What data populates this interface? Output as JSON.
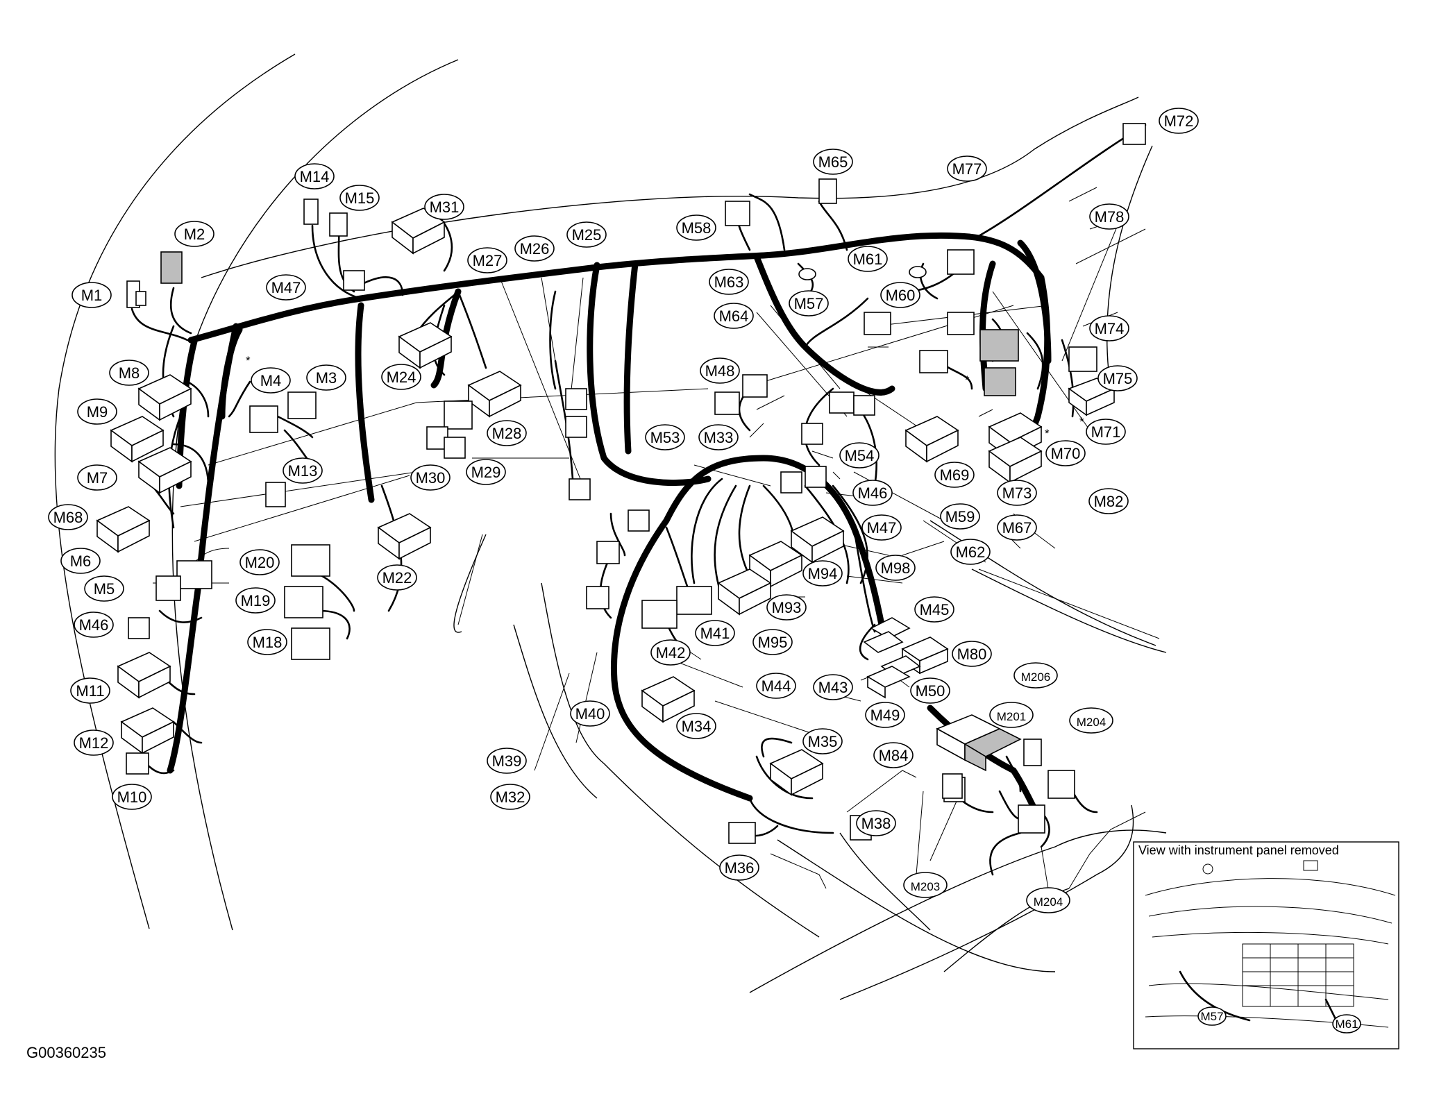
{
  "figure_code": "G00360235",
  "inset": {
    "title": "View with instrument panel removed",
    "labels": [
      "M57",
      "M61"
    ]
  },
  "labels": [
    {
      "text": "M1"
    },
    {
      "text": "M2"
    },
    {
      "text": "M14"
    },
    {
      "text": "M15"
    },
    {
      "text": "M31"
    },
    {
      "text": "M47"
    },
    {
      "text": "M8"
    },
    {
      "text": "M4"
    },
    {
      "text": "M3"
    },
    {
      "text": "M24"
    },
    {
      "text": "M9"
    },
    {
      "text": "M7"
    },
    {
      "text": "M13"
    },
    {
      "text": "M68"
    },
    {
      "text": "M6"
    },
    {
      "text": "M5"
    },
    {
      "text": "M46"
    },
    {
      "text": "M11"
    },
    {
      "text": "M12"
    },
    {
      "text": "M10"
    },
    {
      "text": "M20"
    },
    {
      "text": "M19"
    },
    {
      "text": "M18"
    },
    {
      "text": "M22"
    },
    {
      "text": "M30"
    },
    {
      "text": "M29"
    },
    {
      "text": "M28"
    },
    {
      "text": "M27"
    },
    {
      "text": "M26"
    },
    {
      "text": "M25"
    },
    {
      "text": "M58"
    },
    {
      "text": "M65"
    },
    {
      "text": "M63"
    },
    {
      "text": "M64"
    },
    {
      "text": "M57"
    },
    {
      "text": "M61"
    },
    {
      "text": "M60"
    },
    {
      "text": "M77"
    },
    {
      "text": "M72"
    },
    {
      "text": "M78"
    },
    {
      "text": "M74"
    },
    {
      "text": "M75"
    },
    {
      "text": "M71"
    },
    {
      "text": "M70"
    },
    {
      "text": "M82"
    },
    {
      "text": "M73"
    },
    {
      "text": "M69"
    },
    {
      "text": "M67"
    },
    {
      "text": "M48"
    },
    {
      "text": "M53"
    },
    {
      "text": "M33"
    },
    {
      "text": "M54"
    },
    {
      "text": "M46"
    },
    {
      "text": "M47"
    },
    {
      "text": "M59"
    },
    {
      "text": "M62"
    },
    {
      "text": "M98"
    },
    {
      "text": "M94"
    },
    {
      "text": "M93"
    },
    {
      "text": "M95"
    },
    {
      "text": "M41"
    },
    {
      "text": "M42"
    },
    {
      "text": "M44"
    },
    {
      "text": "M43"
    },
    {
      "text": "M45"
    },
    {
      "text": "M80"
    },
    {
      "text": "M50"
    },
    {
      "text": "M49"
    },
    {
      "text": "M40"
    },
    {
      "text": "M39"
    },
    {
      "text": "M32"
    },
    {
      "text": "M34"
    },
    {
      "text": "M35"
    },
    {
      "text": "M84"
    },
    {
      "text": "M38"
    },
    {
      "text": "M36"
    },
    {
      "text": "M203"
    },
    {
      "text": "M204"
    },
    {
      "text": "M201"
    },
    {
      "text": "M206"
    },
    {
      "text": "M204"
    }
  ]
}
